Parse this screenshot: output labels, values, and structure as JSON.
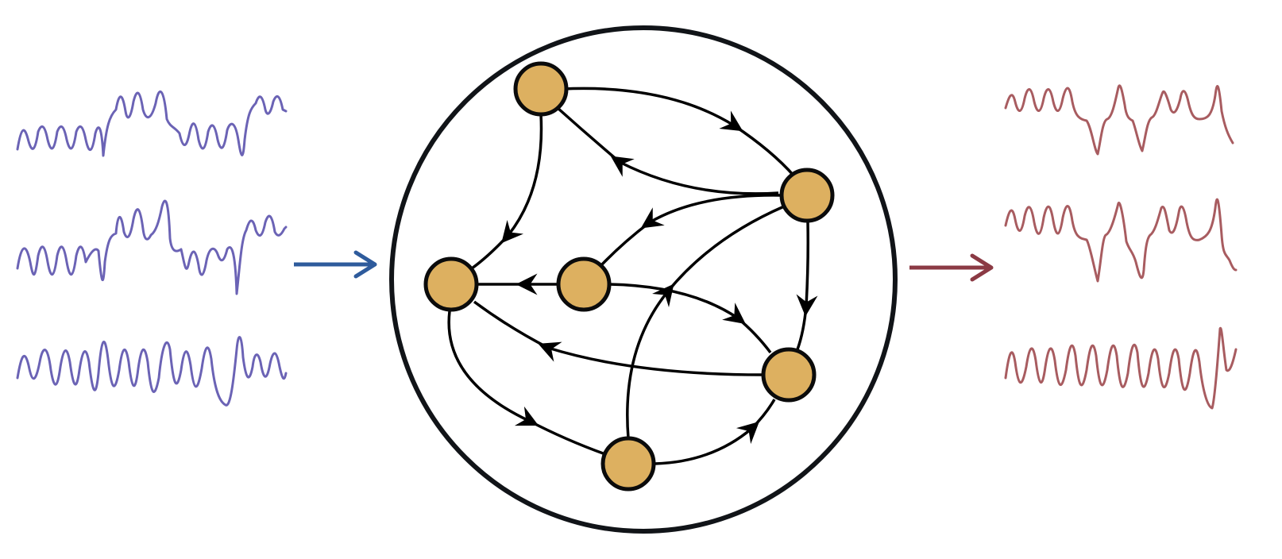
{
  "colors": {
    "background": "#ffffff",
    "input_signal": "#6b63b5",
    "input_arrow": "#2e5b9c",
    "output_signal": "#a85c60",
    "output_arrow": "#8b3a44",
    "node_fill": "#ddb060",
    "node_stroke": "#0b0b0b",
    "edge": "#000000",
    "boundary": "#111418"
  },
  "diagram": {
    "input_signals": [
      {
        "id": "in-1",
        "pattern": "burst-low-high"
      },
      {
        "id": "in-2",
        "pattern": "burst-low-high"
      },
      {
        "id": "in-3",
        "pattern": "regular-spikes"
      }
    ],
    "output_signals": [
      {
        "id": "out-1",
        "pattern": "burst-mixed"
      },
      {
        "id": "out-2",
        "pattern": "burst-mixed"
      },
      {
        "id": "out-3",
        "pattern": "regular-spikes"
      }
    ],
    "network": {
      "boundary_icon": "circle-outline",
      "node_count": 6,
      "directed_edge_count": 11
    }
  }
}
